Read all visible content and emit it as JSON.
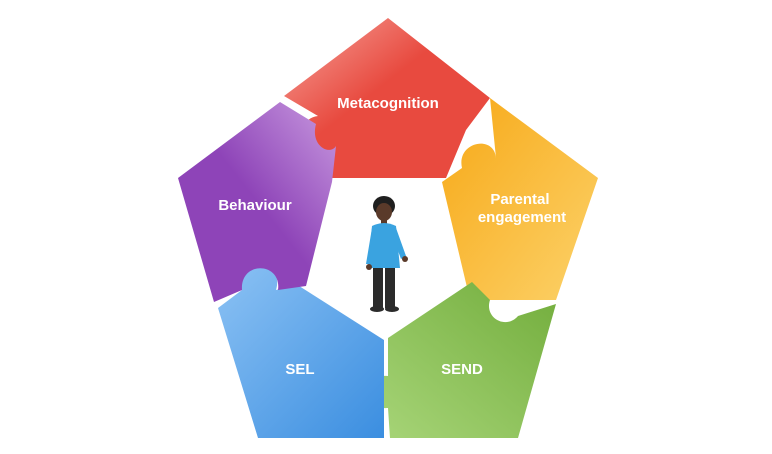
{
  "diagram": {
    "pieces": [
      {
        "id": "metacognition",
        "lines": [
          "Metacognition"
        ],
        "color": "#e84a3f",
        "color_light": "#f6a49c"
      },
      {
        "id": "parental-engagement",
        "lines": [
          "Parental",
          "engagement"
        ],
        "color": "#f7a816",
        "color_light": "#fcd26a"
      },
      {
        "id": "send",
        "lines": [
          "SEND"
        ],
        "color": "#72ad3c",
        "color_light": "#a9d67a"
      },
      {
        "id": "sel",
        "lines": [
          "SEL"
        ],
        "color": "#3b8ee0",
        "color_light": "#8cc2f4"
      },
      {
        "id": "behaviour",
        "lines": [
          "Behaviour"
        ],
        "color": "#8e44b8",
        "color_light": "#c99be0"
      }
    ],
    "center_figure": {
      "icon": "person-icon",
      "colors": {
        "skin": "#5a3a2a",
        "hair": "#1f1f1f",
        "top": "#3aa3e0",
        "trousers": "#2b2b2b"
      }
    }
  }
}
